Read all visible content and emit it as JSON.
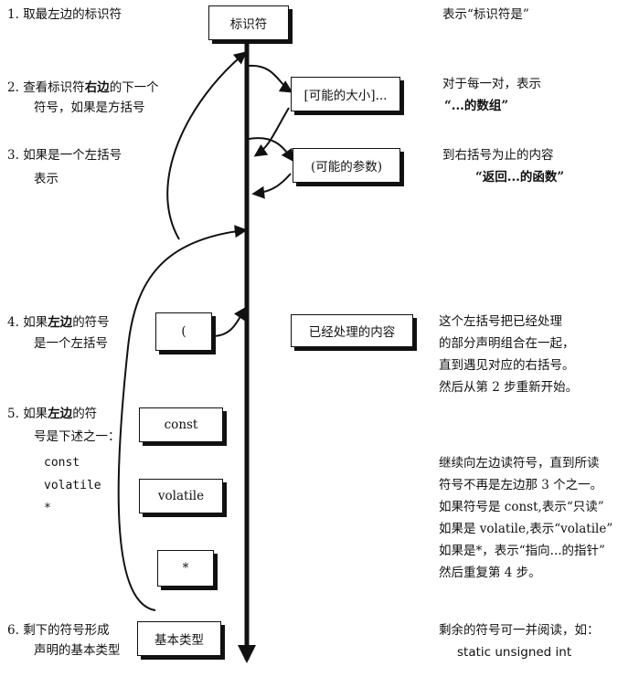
{
  "steps": [
    {
      "num": "1.",
      "lines": [
        "取最左边的标识符"
      ]
    },
    {
      "num": "2.",
      "lines": [
        "查看标识符右边的下一个",
        "符号，如果是方括号"
      ],
      "bold_fragment": "右边"
    },
    {
      "num": "3.",
      "lines": [
        "如果是一个左括号",
        "表示"
      ]
    },
    {
      "num": "4.",
      "lines": [
        "如果左边的符号",
        "是一个左括号"
      ],
      "bold_fragment": "左边"
    },
    {
      "num": "5.",
      "lines": [
        "如果左边的符",
        "号是下述之一："
      ],
      "bold_fragment": "左边",
      "code": [
        "const",
        "volatile",
        "*"
      ]
    },
    {
      "num": "6.",
      "lines": [
        "剩下的符号形成",
        "声明的基本类型"
      ]
    }
  ],
  "boxes": {
    "identifier": "标识符",
    "array_size": "[可能的大小]...",
    "params": "(可能的参数)",
    "lparen": "(",
    "processed": "已经处理的内容",
    "const": "const",
    "volatile": "volatile",
    "star": "*",
    "base_type": "基本类型"
  },
  "notes": {
    "n1": "表示“标识符是”",
    "n2": [
      "对于每一对，表示",
      "“...的数组”"
    ],
    "n3": [
      "到右括号为止的内容",
      "“返回...的函数”"
    ],
    "n4": [
      "这个左括号把已经处理",
      "的部分声明组合在一起，",
      "直到遇见对应的右括号。",
      "然后从第 2 步重新开始。"
    ],
    "n5": [
      "继续向左边读符号，直到所读",
      "符号不再是左边那 3 个之一。",
      "如果符号是 const,表示“只读”",
      "如果是 volatile,表示“volatile”",
      "如果是*，表示“指向...的指针”",
      "然后重复第 4 步。"
    ],
    "n6": [
      "剩余的符号可一并阅读，如：",
      "static unsigned int"
    ]
  }
}
